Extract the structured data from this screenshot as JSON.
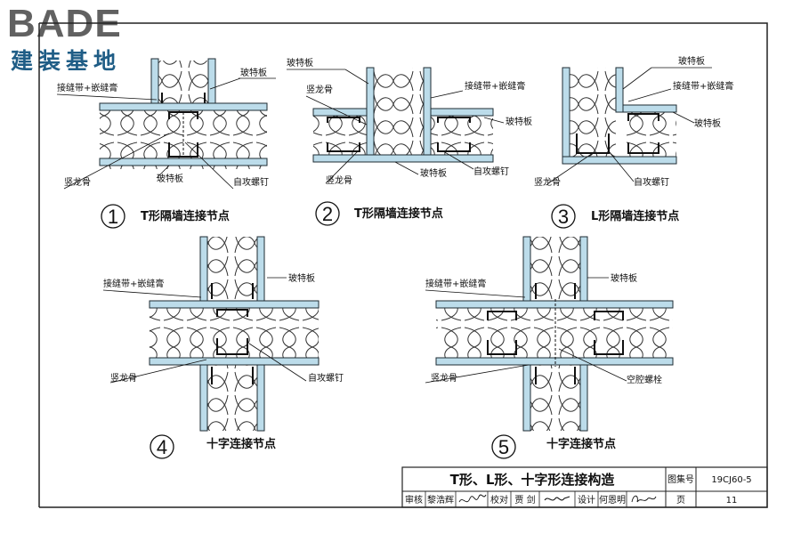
{
  "logo": {
    "word": "BADE",
    "sub": "建装基地"
  },
  "details": [
    {
      "number": "1",
      "caption": "T形隔墙连接节点",
      "labels": {
        "top_right": "玻特板",
        "left_top": "接缝带+嵌缝膏",
        "bottom_center": "玻特板",
        "bottom_left": "竖龙骨",
        "bottom_right": "自攻螺钉"
      }
    },
    {
      "number": "2",
      "caption": "T形隔墙连接节点",
      "labels": {
        "top_left": "玻特板",
        "left_top": "竖龙骨",
        "right_top": "接缝带+嵌缝膏",
        "right_mid": "玻特板",
        "bottom_center": "玻特板",
        "bottom_left": "竖龙骨",
        "bottom_right": "自攻螺钉"
      }
    },
    {
      "number": "3",
      "caption": "L形隔墙连接节点",
      "labels": {
        "top_right": "玻特板",
        "right_top": "接缝带+嵌缝膏",
        "right_mid": "玻特板",
        "bottom_left": "竖龙骨",
        "bottom_right": "自攻螺钉"
      }
    },
    {
      "number": "4",
      "caption": "十字连接节点",
      "labels": {
        "right_top": "玻特板",
        "left_top": "接缝带+嵌缝膏",
        "bottom_left": "竖龙骨",
        "bottom_right": "自攻螺钉"
      }
    },
    {
      "number": "5",
      "caption": "十字连接节点",
      "labels": {
        "right_top": "玻特板",
        "left_top": "接缝带+嵌缝膏",
        "bottom_left": "竖龙骨",
        "bottom_right": "空腔螺栓"
      }
    }
  ],
  "title_block": {
    "title": "T形、L形、十字形连接构造",
    "atlas_label": "图集号",
    "atlas_no": "19CJ60-5",
    "page_label": "页",
    "page_no": "11",
    "review_label": "审核",
    "reviewer": "黎浩辉",
    "check_label": "校对",
    "checker": "贾 剑",
    "design_label": "设计",
    "designer": "何恩明"
  },
  "colors": {
    "board": "#bcdcea",
    "board_line": "#1e2b33",
    "stud": "#111111",
    "logo_gray": "#616161",
    "logo_blue": "#1f5d86"
  }
}
